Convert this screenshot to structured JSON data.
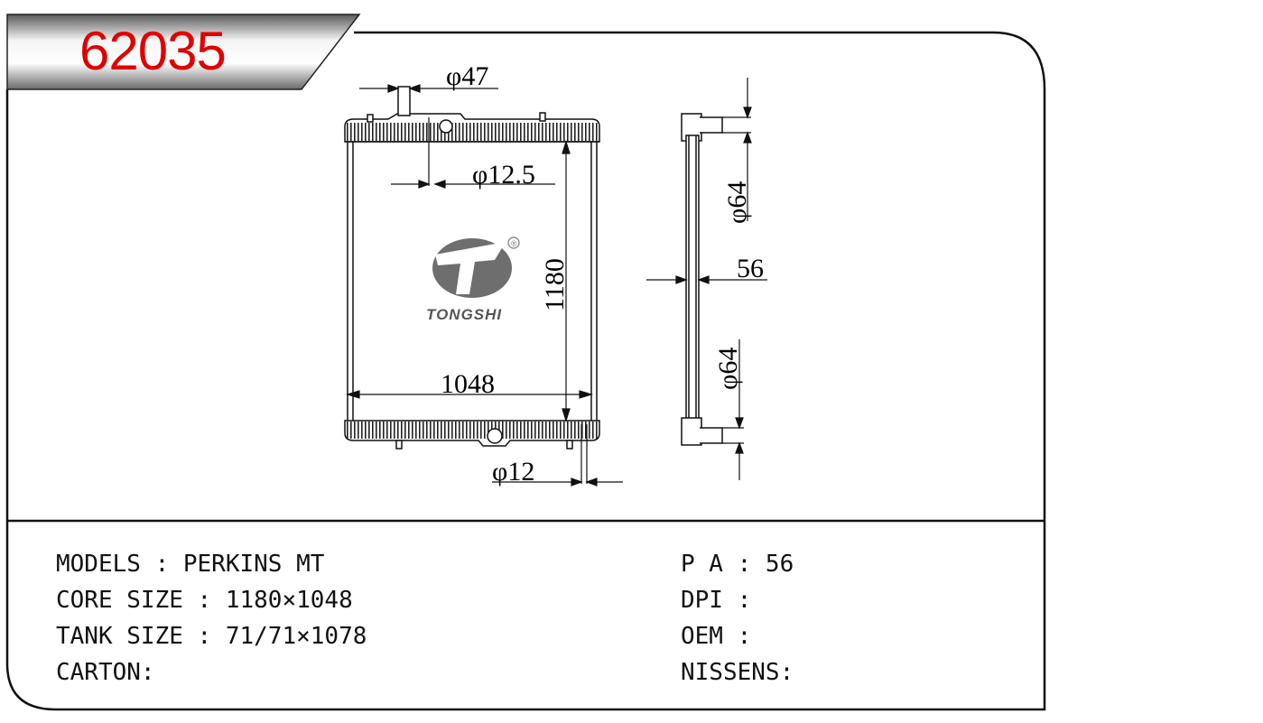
{
  "part_number": "62035",
  "drawing": {
    "dim_inlet_diameter": "φ47",
    "dim_vent_diameter": "φ12.5",
    "dim_height": "1180",
    "dim_width": "1048",
    "dim_drain_diameter": "φ12",
    "dim_side_top_pipe": "φ64",
    "dim_side_bottom_pipe": "φ64",
    "dim_core_thickness": "56",
    "brand_text": "TONGSHI",
    "registered_mark": "®"
  },
  "specs": {
    "models": "MODELS : PERKINS MT",
    "core_size": "CORE SIZE : 1180×1048",
    "tank_size": "TANK SIZE : 71/71×1078",
    "carton": "CARTON:",
    "pa": "P A : 56",
    "dpi": "DPI :",
    "oem": "OEM :",
    "nissens": "NISSENS:"
  },
  "colors": {
    "part_number": "#e10000",
    "line": "#111111"
  }
}
